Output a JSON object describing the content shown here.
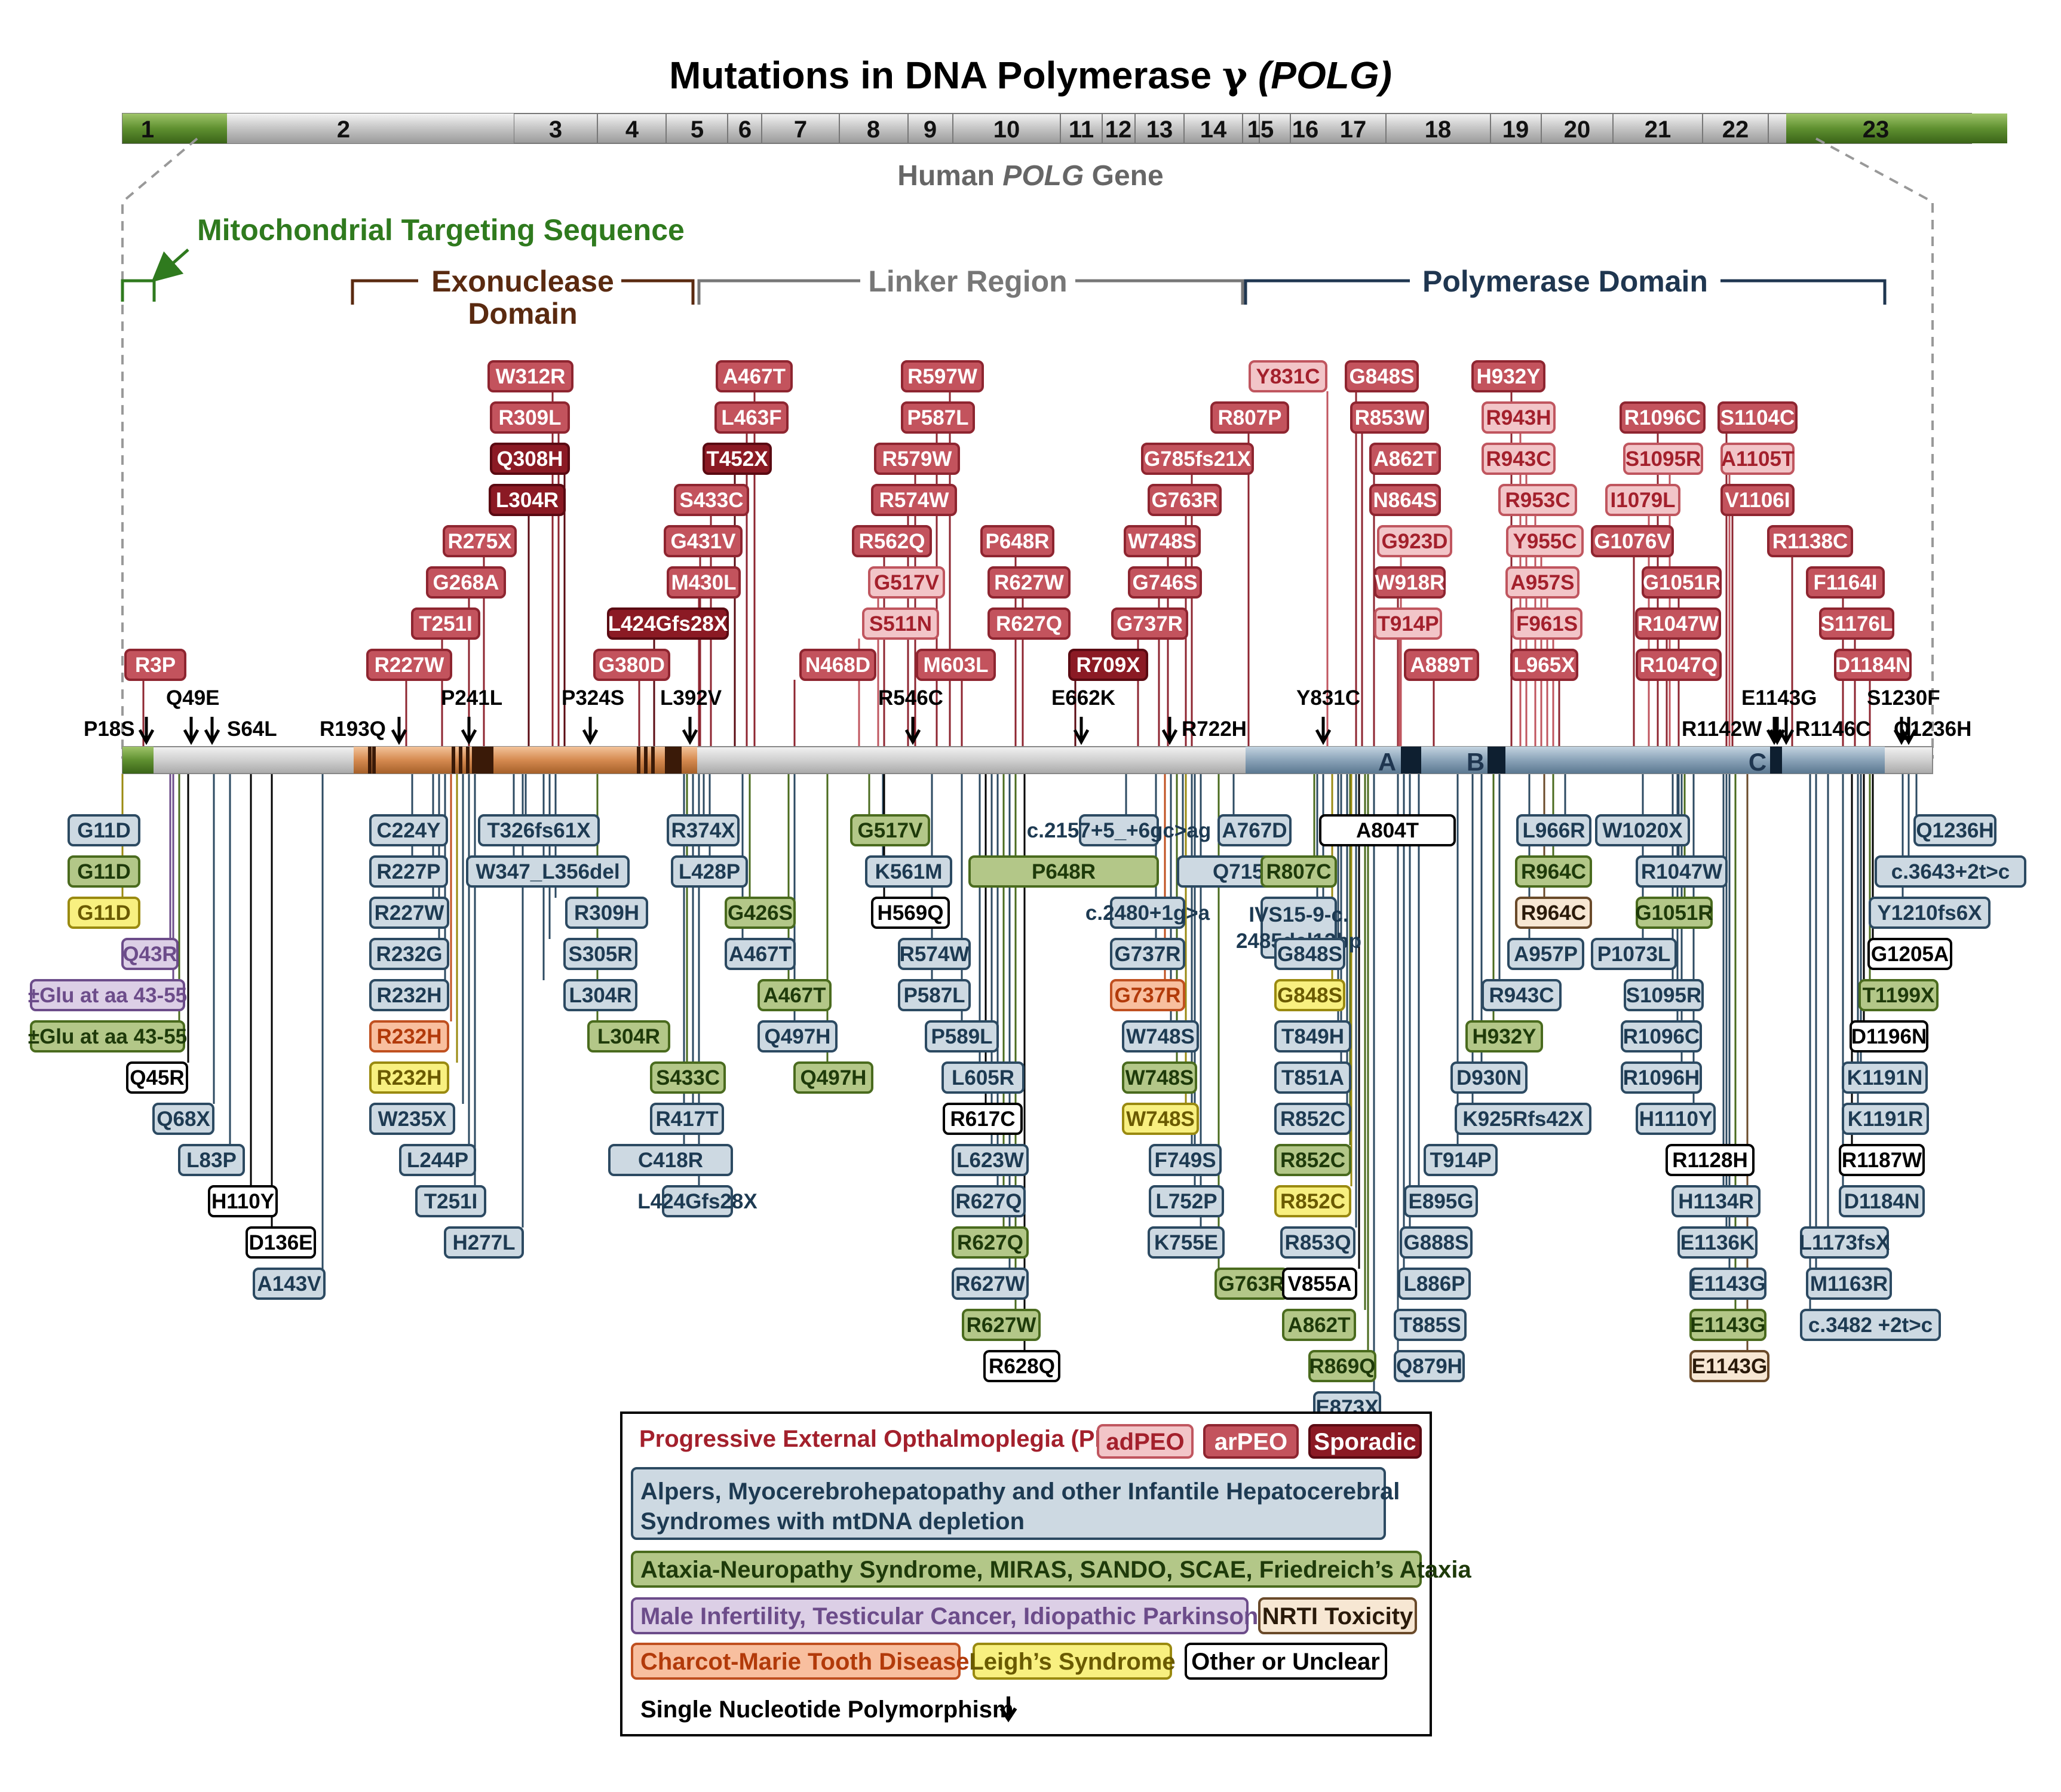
{
  "title_main": "Mutations in DNA Polymerase ",
  "title_gamma": "γ",
  "title_gene": "(POLG)",
  "gene_caption_pre": "Human ",
  "gene_caption_gene": "POLG",
  "gene_caption_post": " Gene",
  "exons": [
    "1",
    "2",
    "3",
    "4",
    "5",
    "6",
    "7",
    "8",
    "9",
    "10",
    "11",
    "12",
    "13",
    "14",
    "15",
    "16",
    "17",
    "18",
    "19",
    "20",
    "21",
    "22",
    "23"
  ],
  "domains": {
    "mts": "Mitochondrial Targeting Sequence",
    "exo_1": "Exonuclease",
    "exo_2": "Domain",
    "linker": "Linker Region",
    "pol": "Polymerase Domain"
  },
  "motifs": [
    "A",
    "B",
    "C"
  ],
  "colors": {
    "adPEO_fill": "#f2c5c8",
    "adPEO_stroke": "#c0565f",
    "adPEO_text": "#a3202c",
    "arPEO_fill": "#c3535d",
    "arPEO_stroke": "#8e2530",
    "arPEO_text": "#ffffff",
    "sporadic_fill": "#8b1a24",
    "sporadic_stroke": "#5a0a12",
    "sporadic_text": "#ffffff",
    "alpers_fill": "#cdd9e2",
    "alpers_stroke": "#2c4a62",
    "alpers_text": "#1d3a52",
    "ataxia_fill": "#b3c788",
    "ataxia_stroke": "#4a6b1e",
    "ataxia_text": "#1e3a0a",
    "male_fill": "#dccfe6",
    "male_stroke": "#6c4c8a",
    "male_text": "#6c4c8a",
    "nrti_fill": "#f7e7d3",
    "nrti_stroke": "#6a4a2a",
    "nrti_text": "#2a1a0a",
    "cmt_fill": "#f8bf9f",
    "cmt_stroke": "#c05020",
    "cmt_text": "#b23a0a",
    "leigh_fill": "#f8f080",
    "leigh_stroke": "#9a8a10",
    "leigh_text": "#6a5a00",
    "other_fill": "#ffffff",
    "other_stroke": "#000000",
    "other_text": "#000000",
    "exon_green": "#5f9030",
    "mts_green": "#2f7a1e",
    "exo_brown": "#5a2a10",
    "linker_grey": "#777777",
    "pol_blue": "#1f3650"
  },
  "snps": [
    "P18S",
    "Q49E",
    "S64L",
    "R193Q",
    "P241L",
    "P324S",
    "L392V",
    "R546C",
    "E662K",
    "R722H",
    "Y831C",
    "E1143G",
    "R1142W",
    "R1146C",
    "S1230F",
    "Q1236H"
  ],
  "above": [
    {
      "label": "R3P",
      "cat": "arPEO"
    },
    {
      "label": "R227W",
      "cat": "arPEO"
    },
    {
      "label": "T251I",
      "cat": "arPEO"
    },
    {
      "label": "G268A",
      "cat": "arPEO"
    },
    {
      "label": "R275X",
      "cat": "arPEO"
    },
    {
      "label": "L304R",
      "cat": "sporadic"
    },
    {
      "label": "Q308H",
      "cat": "sporadic"
    },
    {
      "label": "R309L",
      "cat": "arPEO"
    },
    {
      "label": "W312R",
      "cat": "arPEO"
    },
    {
      "label": "G380D",
      "cat": "arPEO"
    },
    {
      "label": "L424Gfs28X",
      "cat": "sporadic"
    },
    {
      "label": "M430L",
      "cat": "arPEO"
    },
    {
      "label": "G431V",
      "cat": "arPEO"
    },
    {
      "label": "S433C",
      "cat": "arPEO"
    },
    {
      "label": "T452X",
      "cat": "sporadic"
    },
    {
      "label": "L463F",
      "cat": "arPEO"
    },
    {
      "label": "A467T",
      "cat": "arPEO"
    },
    {
      "label": "N468D",
      "cat": "arPEO"
    },
    {
      "label": "S511N",
      "cat": "adPEO"
    },
    {
      "label": "G517V",
      "cat": "adPEO"
    },
    {
      "label": "R562Q",
      "cat": "arPEO"
    },
    {
      "label": "R574W",
      "cat": "arPEO"
    },
    {
      "label": "R579W",
      "cat": "arPEO"
    },
    {
      "label": "P587L",
      "cat": "arPEO"
    },
    {
      "label": "R597W",
      "cat": "arPEO"
    },
    {
      "label": "M603L",
      "cat": "arPEO"
    },
    {
      "label": "R627Q",
      "cat": "arPEO"
    },
    {
      "label": "R627W",
      "cat": "arPEO"
    },
    {
      "label": "P648R",
      "cat": "arPEO"
    },
    {
      "label": "R709X",
      "cat": "sporadic"
    },
    {
      "label": "G737R",
      "cat": "arPEO"
    },
    {
      "label": "G746S",
      "cat": "arPEO"
    },
    {
      "label": "W748S",
      "cat": "arPEO"
    },
    {
      "label": "G763R",
      "cat": "arPEO"
    },
    {
      "label": "G785fs21X",
      "cat": "arPEO"
    },
    {
      "label": "R807P",
      "cat": "arPEO"
    },
    {
      "label": "Y831C",
      "cat": "adPEO"
    },
    {
      "label": "G848S",
      "cat": "arPEO"
    },
    {
      "label": "R853W",
      "cat": "arPEO"
    },
    {
      "label": "A862T",
      "cat": "arPEO"
    },
    {
      "label": "N864S",
      "cat": "arPEO"
    },
    {
      "label": "G923D",
      "cat": "adPEO"
    },
    {
      "label": "W918R",
      "cat": "arPEO"
    },
    {
      "label": "T914P",
      "cat": "adPEO"
    },
    {
      "label": "A889T",
      "cat": "arPEO"
    },
    {
      "label": "H932Y",
      "cat": "arPEO"
    },
    {
      "label": "R943H",
      "cat": "adPEO"
    },
    {
      "label": "R943C",
      "cat": "adPEO"
    },
    {
      "label": "R953C",
      "cat": "adPEO"
    },
    {
      "label": "Y955C",
      "cat": "adPEO"
    },
    {
      "label": "A957S",
      "cat": "adPEO"
    },
    {
      "label": "F961S",
      "cat": "adPEO"
    },
    {
      "label": "L965X",
      "cat": "arPEO"
    },
    {
      "label": "R1096C",
      "cat": "arPEO"
    },
    {
      "label": "S1095R",
      "cat": "adPEO"
    },
    {
      "label": "I1079L",
      "cat": "adPEO"
    },
    {
      "label": "G1076V",
      "cat": "arPEO"
    },
    {
      "label": "G1051R",
      "cat": "arPEO"
    },
    {
      "label": "R1047W",
      "cat": "arPEO"
    },
    {
      "label": "R1047Q",
      "cat": "arPEO"
    },
    {
      "label": "S1104C",
      "cat": "arPEO"
    },
    {
      "label": "A1105T",
      "cat": "adPEO"
    },
    {
      "label": "V1106I",
      "cat": "arPEO"
    },
    {
      "label": "R1138C",
      "cat": "arPEO"
    },
    {
      "label": "F1164I",
      "cat": "arPEO"
    },
    {
      "label": "S1176L",
      "cat": "arPEO"
    },
    {
      "label": "D1184N",
      "cat": "arPEO"
    }
  ],
  "below": [
    {
      "label": "G11D",
      "cat": "alpers"
    },
    {
      "label": "G11D",
      "cat": "ataxia"
    },
    {
      "label": "G11D",
      "cat": "leigh"
    },
    {
      "label": "Q43R",
      "cat": "male"
    },
    {
      "label": "±Glu at aa 43-55",
      "cat": "male"
    },
    {
      "label": "±Glu at aa 43-55",
      "cat": "ataxia"
    },
    {
      "label": "Q45R",
      "cat": "other"
    },
    {
      "label": "Q68X",
      "cat": "alpers"
    },
    {
      "label": "L83P",
      "cat": "alpers"
    },
    {
      "label": "H110Y",
      "cat": "other"
    },
    {
      "label": "D136E",
      "cat": "other"
    },
    {
      "label": "A143V",
      "cat": "alpers"
    },
    {
      "label": "C224Y",
      "cat": "alpers"
    },
    {
      "label": "R227P",
      "cat": "alpers"
    },
    {
      "label": "R227W",
      "cat": "alpers"
    },
    {
      "label": "R232G",
      "cat": "alpers"
    },
    {
      "label": "R232H",
      "cat": "alpers"
    },
    {
      "label": "R232H",
      "cat": "cmt"
    },
    {
      "label": "R232H",
      "cat": "leigh"
    },
    {
      "label": "W235X",
      "cat": "alpers"
    },
    {
      "label": "L244P",
      "cat": "alpers"
    },
    {
      "label": "T251I",
      "cat": "alpers"
    },
    {
      "label": "H277L",
      "cat": "alpers"
    },
    {
      "label": "T326fs61X",
      "cat": "alpers"
    },
    {
      "label": "W347_L356del",
      "cat": "alpers"
    },
    {
      "label": "R309H",
      "cat": "alpers"
    },
    {
      "label": "S305R",
      "cat": "alpers"
    },
    {
      "label": "L304R",
      "cat": "alpers"
    },
    {
      "label": "L304R",
      "cat": "ataxia"
    },
    {
      "label": "R374X",
      "cat": "alpers"
    },
    {
      "label": "L428P",
      "cat": "alpers"
    },
    {
      "label": "S433C",
      "cat": "ataxia"
    },
    {
      "label": "R417T",
      "cat": "alpers"
    },
    {
      "label": "C418R",
      "cat": "alpers"
    },
    {
      "label": "L424Gfs28X",
      "cat": "alpers"
    },
    {
      "label": "G426S",
      "cat": "ataxia"
    },
    {
      "label": "A467T",
      "cat": "alpers"
    },
    {
      "label": "A467T",
      "cat": "ataxia"
    },
    {
      "label": "Q497H",
      "cat": "alpers"
    },
    {
      "label": "Q497H",
      "cat": "ataxia"
    },
    {
      "label": "G517V",
      "cat": "ataxia"
    },
    {
      "label": "K561M",
      "cat": "alpers"
    },
    {
      "label": "H569Q",
      "cat": "other"
    },
    {
      "label": "R574W",
      "cat": "alpers"
    },
    {
      "label": "P587L",
      "cat": "alpers"
    },
    {
      "label": "P589L",
      "cat": "alpers"
    },
    {
      "label": "L605R",
      "cat": "alpers"
    },
    {
      "label": "R617C",
      "cat": "other"
    },
    {
      "label": "L623W",
      "cat": "alpers"
    },
    {
      "label": "R627Q",
      "cat": "alpers"
    },
    {
      "label": "R627Q",
      "cat": "ataxia"
    },
    {
      "label": "R627W",
      "cat": "alpers"
    },
    {
      "label": "R627W",
      "cat": "ataxia"
    },
    {
      "label": "R628Q",
      "cat": "other"
    },
    {
      "label": "P648R",
      "cat": "ataxia"
    },
    {
      "label": "c.2157+5_+6gc>ag",
      "cat": "alpers"
    },
    {
      "label": "Q715X",
      "cat": "alpers"
    },
    {
      "label": "c.2480+1g>a",
      "cat": "alpers"
    },
    {
      "label": "G737R",
      "cat": "alpers"
    },
    {
      "label": "G737R",
      "cat": "cmt"
    },
    {
      "label": "W748S",
      "cat": "alpers"
    },
    {
      "label": "W748S",
      "cat": "ataxia"
    },
    {
      "label": "W748S",
      "cat": "leigh"
    },
    {
      "label": "F749S",
      "cat": "alpers"
    },
    {
      "label": "L752P",
      "cat": "alpers"
    },
    {
      "label": "K755E",
      "cat": "alpers"
    },
    {
      "label": "G763R",
      "cat": "ataxia"
    },
    {
      "label": "A767D",
      "cat": "alpers"
    },
    {
      "label": "A804T",
      "cat": "other"
    },
    {
      "label": "R807C",
      "cat": "ataxia"
    },
    {
      "label": "IVS15-9-c.\n2485del12bp",
      "cat": "alpers"
    },
    {
      "label": "G848S",
      "cat": "alpers"
    },
    {
      "label": "G848S",
      "cat": "leigh"
    },
    {
      "label": "T849H",
      "cat": "alpers"
    },
    {
      "label": "T851A",
      "cat": "alpers"
    },
    {
      "label": "R852C",
      "cat": "alpers"
    },
    {
      "label": "R852C",
      "cat": "ataxia"
    },
    {
      "label": "R852C",
      "cat": "leigh"
    },
    {
      "label": "R853Q",
      "cat": "alpers"
    },
    {
      "label": "V855A",
      "cat": "other"
    },
    {
      "label": "A862T",
      "cat": "ataxia"
    },
    {
      "label": "R869Q",
      "cat": "ataxia"
    },
    {
      "label": "E873X",
      "cat": "alpers"
    },
    {
      "label": "L966R",
      "cat": "alpers"
    },
    {
      "label": "R964C",
      "cat": "ataxia"
    },
    {
      "label": "R964C",
      "cat": "nrti"
    },
    {
      "label": "A957P",
      "cat": "alpers"
    },
    {
      "label": "R943C",
      "cat": "alpers"
    },
    {
      "label": "H932Y",
      "cat": "ataxia"
    },
    {
      "label": "D930N",
      "cat": "alpers"
    },
    {
      "label": "K925Rfs42X",
      "cat": "alpers"
    },
    {
      "label": "T914P",
      "cat": "alpers"
    },
    {
      "label": "E895G",
      "cat": "alpers"
    },
    {
      "label": "G888S",
      "cat": "alpers"
    },
    {
      "label": "L886P",
      "cat": "alpers"
    },
    {
      "label": "T885S",
      "cat": "alpers"
    },
    {
      "label": "Q879H",
      "cat": "alpers"
    },
    {
      "label": "W1020X",
      "cat": "alpers"
    },
    {
      "label": "R1047W",
      "cat": "alpers"
    },
    {
      "label": "G1051R",
      "cat": "ataxia"
    },
    {
      "label": "P1073L",
      "cat": "alpers"
    },
    {
      "label": "S1095R",
      "cat": "alpers"
    },
    {
      "label": "R1096C",
      "cat": "alpers"
    },
    {
      "label": "R1096H",
      "cat": "alpers"
    },
    {
      "label": "H1110Y",
      "cat": "alpers"
    },
    {
      "label": "R1128H",
      "cat": "other"
    },
    {
      "label": "H1134R",
      "cat": "alpers"
    },
    {
      "label": "E1136K",
      "cat": "alpers"
    },
    {
      "label": "E1143G",
      "cat": "alpers"
    },
    {
      "label": "E1143G",
      "cat": "ataxia"
    },
    {
      "label": "E1143G",
      "cat": "nrti"
    },
    {
      "label": "Q1236H",
      "cat": "alpers"
    },
    {
      "label": "c.3643+2t>c",
      "cat": "alpers"
    },
    {
      "label": "Y1210fs6X",
      "cat": "alpers"
    },
    {
      "label": "G1205A",
      "cat": "other"
    },
    {
      "label": "T1199X",
      "cat": "ataxia"
    },
    {
      "label": "D1196N",
      "cat": "other"
    },
    {
      "label": "K1191N",
      "cat": "alpers"
    },
    {
      "label": "K1191R",
      "cat": "alpers"
    },
    {
      "label": "R1187W",
      "cat": "other"
    },
    {
      "label": "D1184N",
      "cat": "alpers"
    },
    {
      "label": "L1173fsX",
      "cat": "alpers"
    },
    {
      "label": "M1163R",
      "cat": "alpers"
    },
    {
      "label": "c.3482 +2t>c",
      "cat": "alpers"
    }
  ],
  "legend": {
    "peo_title": "Progressive External Opthalmoplegia (PEO)",
    "adpeo": "adPEO",
    "arpeo": "arPEO",
    "sporadic": "Sporadic",
    "alpers_1": "Alpers, Myocerebrohepatopathy and other Infantile Hepatocerebral",
    "alpers_2": "Syndromes with mtDNA depletion",
    "ataxia": "Ataxia-Neuropathy Syndrome, MIRAS, SANDO, SCAE, Friedreich’s Ataxia",
    "male": "Male Infertility, Testicular Cancer, Idiopathic Parkinsons",
    "nrti": "NRTI Toxicity",
    "cmt": "Charcot-Marie Tooth Disease",
    "leigh": "Leigh’s Syndrome",
    "other": "Other or Unclear",
    "snp": "Single Nucleotide Polymorphism"
  }
}
